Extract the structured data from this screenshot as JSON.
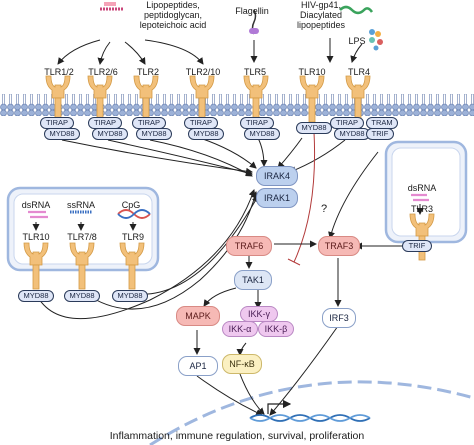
{
  "ligands": {
    "lipo": [
      "Lipopeptides,",
      "peptidoglycan,",
      "lepoteichoic acid"
    ],
    "flagellin": "Flagellin",
    "hiv": [
      "HIV-gp41,",
      "Diacylated",
      "lipopeptides"
    ],
    "lps": "LPS",
    "dsrna_right": "dsRNA",
    "dsrna_left": "dsRNA",
    "ssrna": "ssRNA",
    "cpg": "CpG"
  },
  "receptors": {
    "tlr12": "TLR1/2",
    "tlr26": "TLR2/6",
    "tlr2": "TLR2",
    "tlr210": "TLR2/10",
    "tlr5": "TLR5",
    "tlr10_top": "TLR10",
    "tlr4": "TLR4",
    "tlr3": "TLR3",
    "tlr10_endo": "TLR10",
    "tlr78": "TLR7/8",
    "tlr9": "TLR9"
  },
  "adaptors": {
    "tirap": "TIRAP",
    "myd88": "MYD88",
    "tram": "TRAM",
    "trif": "TRIF"
  },
  "nodes": {
    "irak4": "IRAK4",
    "irak1": "IRAK1",
    "traf6": "TRAF6",
    "traf3": "TRAF3",
    "tak1": "TAK1",
    "mapk": "MAPK",
    "ikkg": "IKK-γ",
    "ikka": "IKK-α",
    "ikkb": "IKK-β",
    "irf3": "IRF3",
    "ap1": "AP1",
    "nfkb": "NF-κB",
    "question": "?"
  },
  "outcome": "Inflammation, immune regulation, survival, proliferation",
  "colors": {
    "receptor": "#f2c07a",
    "receptor_stroke": "#d49a45",
    "membrane_head": "#9db2d8",
    "membrane_stroke": "#5a74a8",
    "adaptor_fill": "#dfe6f7",
    "adaptor_stroke": "#2b3b5a",
    "irak": "#bcd0ee",
    "traf": "#f6b9b5",
    "ikk": "#efc8ef",
    "inhibit": "#b23a3a",
    "nucleus": "#9fb7df",
    "dna": "#2f6fb5"
  }
}
